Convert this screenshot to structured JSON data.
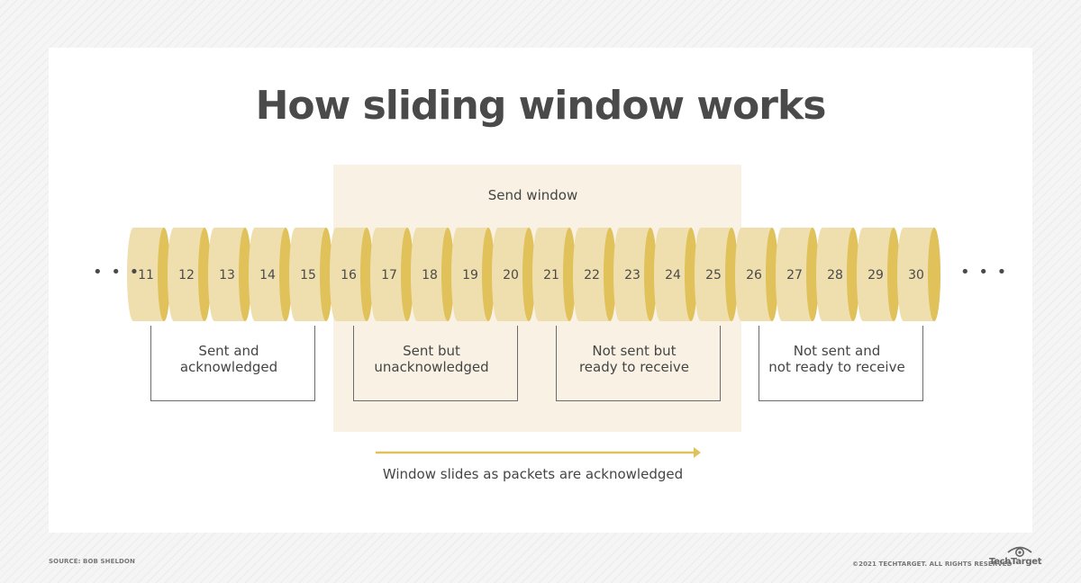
{
  "title": "How sliding window works",
  "send_window_label": "Send window",
  "packets": [
    "11",
    "12",
    "13",
    "14",
    "15",
    "16",
    "17",
    "18",
    "19",
    "20",
    "21",
    "22",
    "23",
    "24",
    "25",
    "26",
    "27",
    "28",
    "29",
    "30"
  ],
  "ellipsis_left": "• • •",
  "ellipsis_right": "• • •",
  "groups": [
    {
      "line1": "Sent and",
      "line2": "acknowledged"
    },
    {
      "line1": "Sent but",
      "line2": "unacknowledged"
    },
    {
      "line1": "Not sent but",
      "line2": "ready to receive"
    },
    {
      "line1": "Not sent and",
      "line2": "not ready to receive"
    }
  ],
  "slide_label": "Window slides as packets are acknowledged",
  "source": "SOURCE: BOB SHELDON",
  "copyright": "©2021 TECHTARGET. ALL RIGHTS RESERVED",
  "logo_text": "TechTarget",
  "colors": {
    "packet_face": "#efdfae",
    "packet_edge": "#e0c15a",
    "window_bg": "#f8f1e4",
    "arrow": "#e0c15a",
    "text": "#454545"
  }
}
